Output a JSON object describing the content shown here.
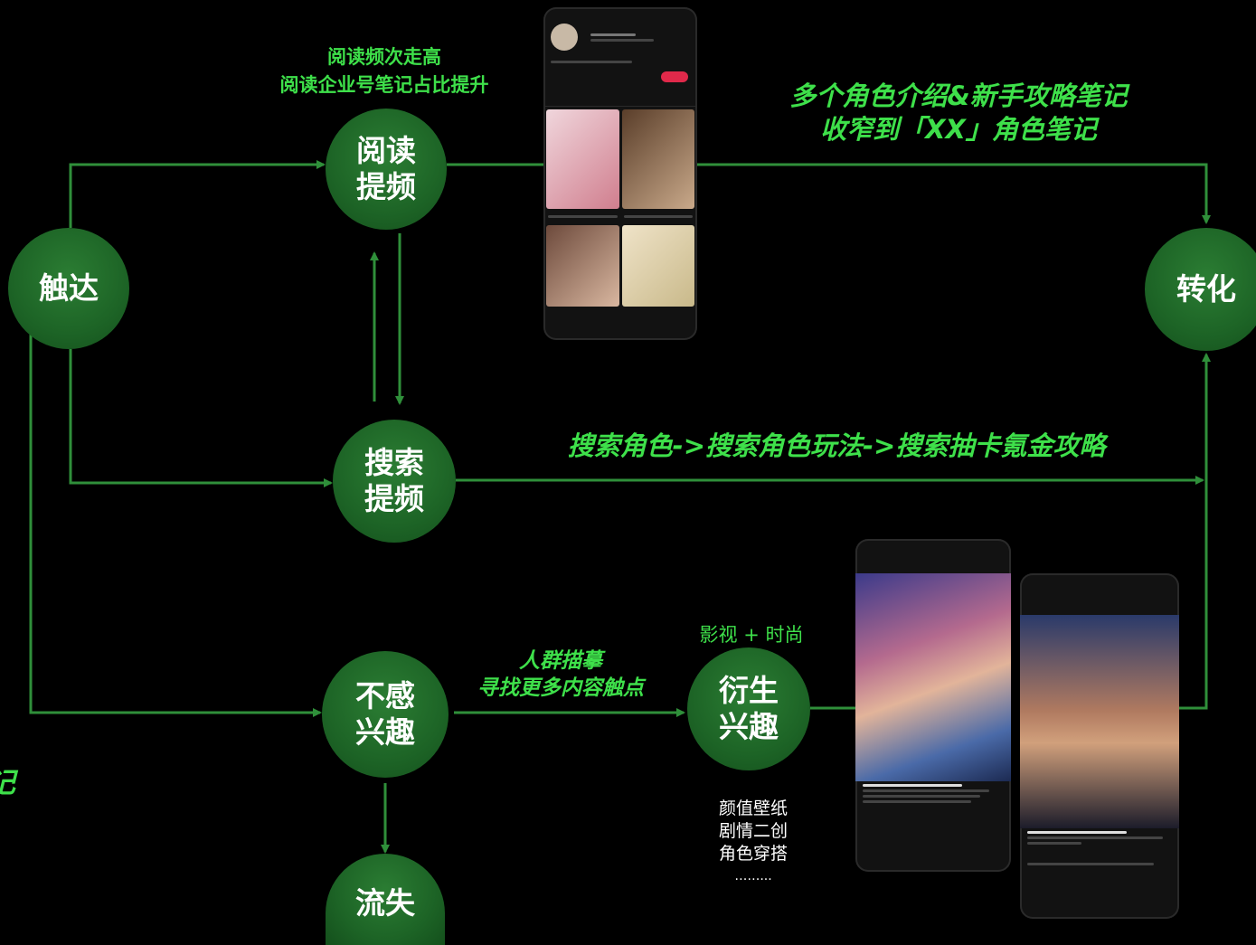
{
  "nodes": {
    "reach": [
      "触达"
    ],
    "read": [
      "阅读",
      "提频"
    ],
    "search": [
      "搜索",
      "提频"
    ],
    "uninterested": [
      "不感",
      "兴趣"
    ],
    "derived": [
      "衍生",
      "兴趣"
    ],
    "churn": [
      "流失"
    ],
    "convert": [
      "转化"
    ]
  },
  "annotations": {
    "read_note": [
      "阅读频次走高",
      "阅读企业号笔记占比提升"
    ],
    "convert_note": [
      "多个角色介绍&新手攻略笔记",
      "收窄到「XX」角色笔记"
    ],
    "search_path": "搜索角色->搜索角色玩法->搜索抽卡氪金攻略",
    "crowd_note": [
      "人群描摹",
      "寻找更多内容触点"
    ],
    "derived_tag": "影视 + 时尚",
    "derived_list": [
      "颜值壁纸",
      "剧情二创",
      "角色穿搭",
      "……..."
    ],
    "cut_off_glyph": "记"
  },
  "colors": {
    "background": "#000000",
    "node_fill": "#1f6a27",
    "arrow": "#2f8f3a",
    "highlight_text": "#3ee04a"
  }
}
